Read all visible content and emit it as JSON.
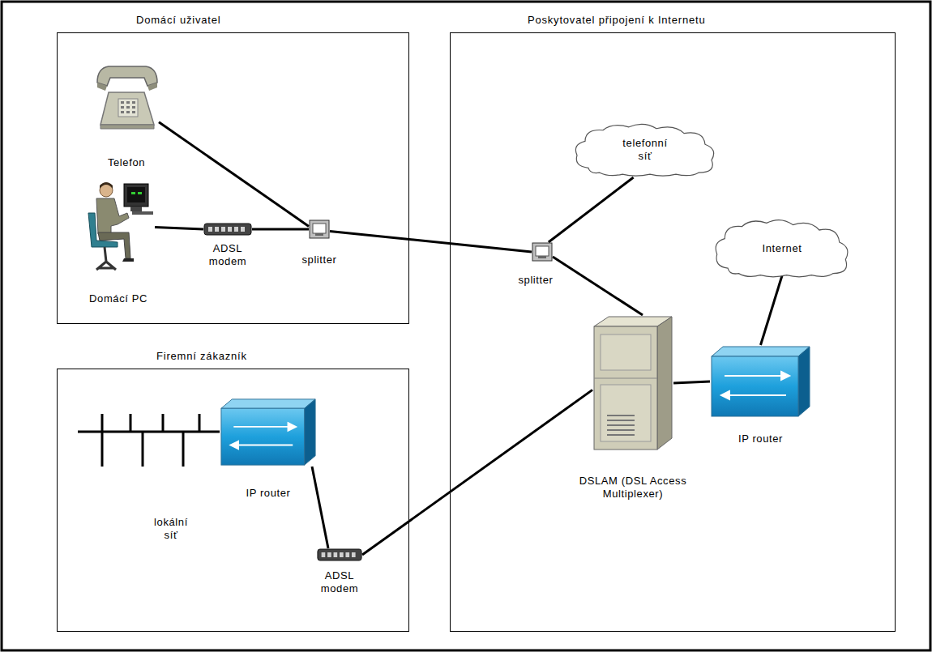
{
  "diagram": {
    "nodes": [
      {
        "text": [
          "Domácí uživatel"
        ]
      },
      {
        "text": [
          "Telefon"
        ],
        "in": 0
      },
      {
        "text": [
          "Domácí PC"
        ],
        "in": 0
      },
      {
        "text": [
          "ADSL modem"
        ],
        "in": 0
      },
      {
        "text": [
          "splitter"
        ],
        "in": 0
      },
      {
        "text": [
          "Firemní zákazník"
        ]
      },
      {
        "text": [
          "lokální síť"
        ],
        "in": 5
      },
      {
        "text": [
          "IP router"
        ],
        "in": 5
      },
      {
        "text": [
          "ADSL modem"
        ],
        "in": 5
      },
      {
        "text": [
          "Poskytovatel připojení k Internetu"
        ]
      },
      {
        "text": [
          "telefonní síť"
        ],
        "in": 9
      },
      {
        "text": [
          "Internet"
        ],
        "in": 9
      },
      {
        "text": [
          "splitter"
        ],
        "in": 9
      },
      {
        "text": [
          "DSLAM (DSL Access Multiplexer)"
        ],
        "in": 9
      },
      {
        "text": [
          "IP router"
        ],
        "in": 9
      }
    ],
    "edges": [
      {
        "from": 1,
        "to": 4,
        "arrow": "none"
      },
      {
        "from": 2,
        "to": 3,
        "arrow": "none"
      },
      {
        "from": 3,
        "to": 4,
        "arrow": "none"
      },
      {
        "from": 4,
        "to": 12,
        "arrow": "none"
      },
      {
        "from": 12,
        "to": 10,
        "arrow": "none"
      },
      {
        "from": 12,
        "to": 13,
        "arrow": "none"
      },
      {
        "from": 6,
        "to": 7,
        "arrow": "none"
      },
      {
        "from": 7,
        "to": 8,
        "arrow": "none"
      },
      {
        "from": 8,
        "to": 13,
        "arrow": "none"
      },
      {
        "from": 13,
        "to": 14,
        "arrow": "none"
      },
      {
        "from": 14,
        "to": 11,
        "arrow": "none"
      }
    ]
  }
}
